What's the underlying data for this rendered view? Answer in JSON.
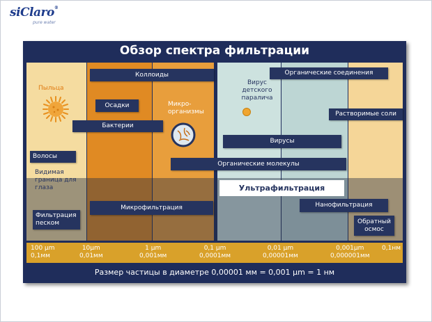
{
  "logo": {
    "name": "siClaro",
    "registered": "®",
    "tagline": "pure water"
  },
  "title": "Обзор спектра фильтрации",
  "labels": {
    "pollen": "Пыльца",
    "hair": "Волосы",
    "visible_limit": "Видимая граница для глаза",
    "sand_filtration": "Фильтрация песком",
    "colloids": "Коллоиды",
    "sediments": "Осадки",
    "bacteria": "Бактерии",
    "microorganisms": "Микро-организмы",
    "microfiltration": "Микрофильтрация",
    "polio_virus": "Вирус детского паралича",
    "organic_compounds": "Органические соединения",
    "soluble_salts": "Растворимые соли",
    "viruses": "Вирусы",
    "organic_molecules": "Органические молекулы",
    "ultrafiltration": "Ультрафильтрация",
    "nanofiltration": "Нанофильтрация",
    "reverse_osmosis": "Обратный осмос"
  },
  "sizes": [
    {
      "um": "100 μm",
      "mm": "0,1мм"
    },
    {
      "um": "10μm",
      "mm": "0,01мм"
    },
    {
      "um": "1 μm",
      "mm": "0,001мм"
    },
    {
      "um": "0,1 μm",
      "mm": "0,0001мм"
    },
    {
      "um": "0,01 μm",
      "mm": "0,00001мм"
    },
    {
      "um": "0,001μm",
      "mm": "0,000001мм"
    },
    {
      "um": "0,1нм",
      "mm": ""
    }
  ],
  "footer": "Размер частицы в диаметре 0,00001 мм = 0,001 μm = 1 нм",
  "colors": {
    "panel": "#1f2d5b",
    "label_bg": "#26345f",
    "orange": "#e08a23",
    "sand": "#f5dca0",
    "teal": "#cde2df",
    "size_bar": "#d9a12a",
    "pollen": "#e07a10"
  }
}
